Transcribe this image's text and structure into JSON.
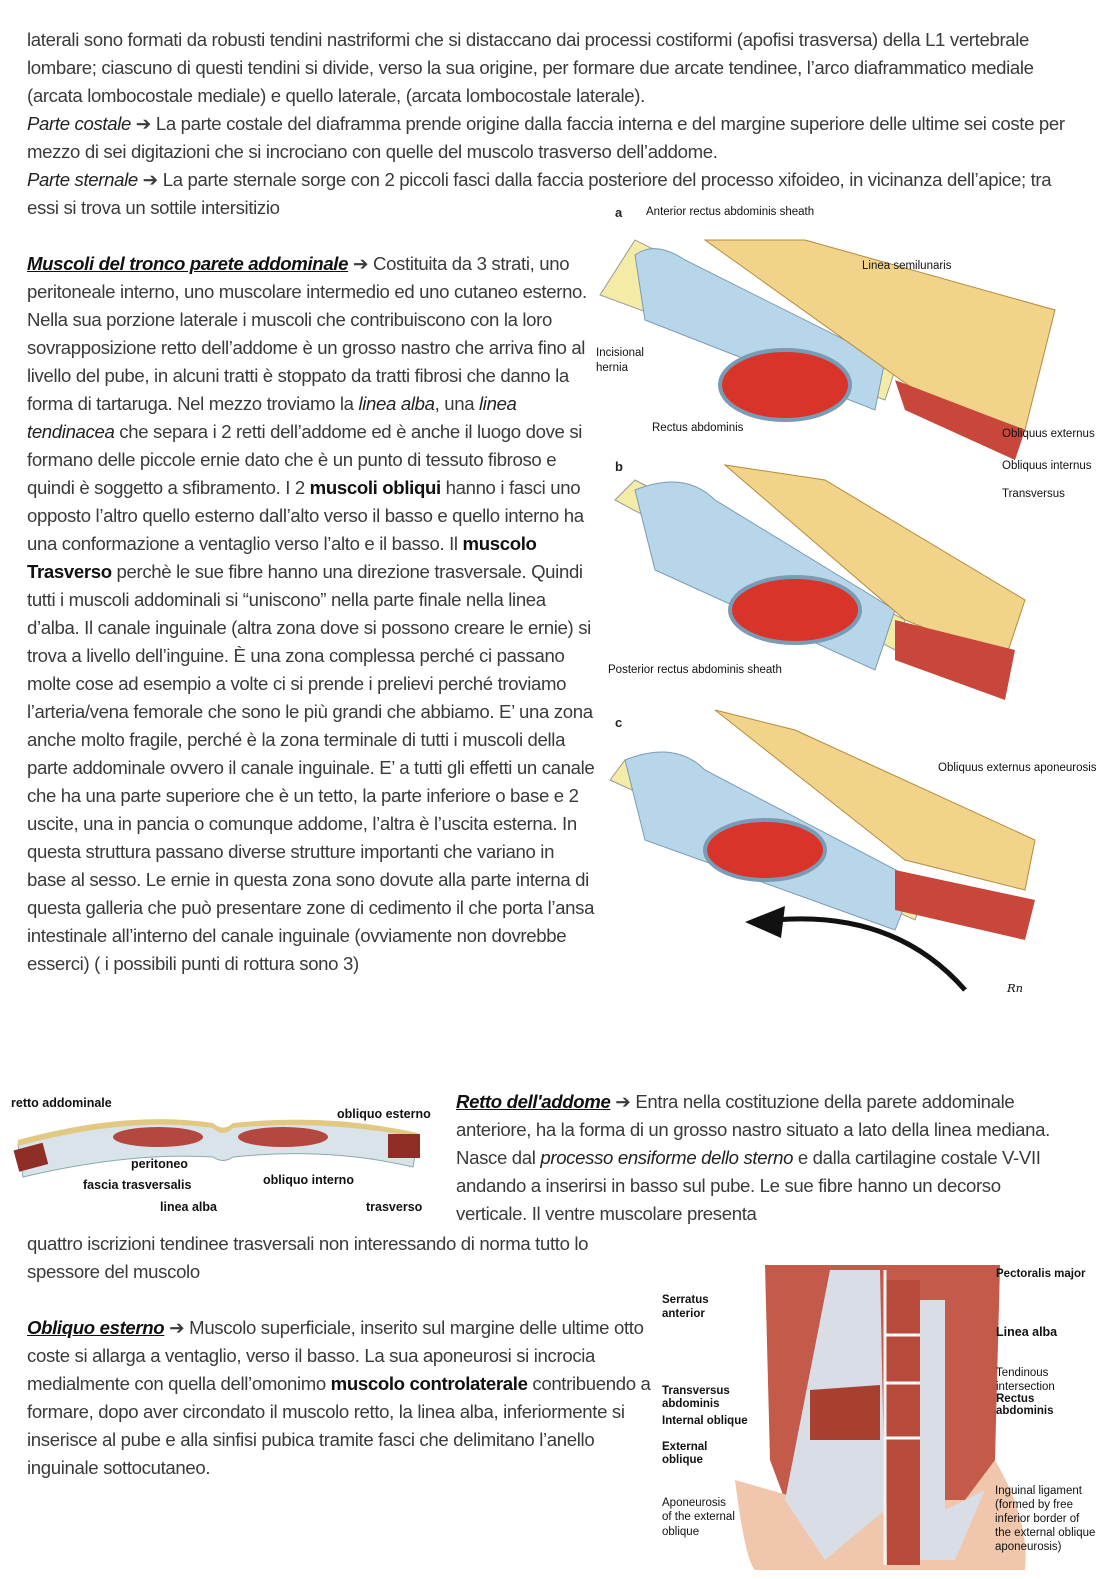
{
  "intro": {
    "text": "laterali sono formati da robusti tendini nastriformi che si distaccano dai processi costiformi (apofisi trasversa) della L1 vertebrale lombare; ciascuno di questi tendini si divide, verso la sua origine, per formare due arcate tendinee, l’arco diaframmatico mediale (arcata lombocostale mediale) e quello laterale, (arcata lombocostale laterale).",
    "costale_label": "Parte costale",
    "costale_text": " ➔ La parte costale del diaframma prende origine dalla faccia interna e del margine superiore delle ultime sei coste per mezzo di sei digitazioni che si incrociano con quelle del muscolo trasverso dell’addome.",
    "sternale_label": "Parte sternale",
    "sternale_text": " ➔ La parte sternale sorge con 2 piccoli fasci dalla faccia posteriore del processo xifoideo, in vicinanza dell’apice; tra essi si trova un sottile intersitizio"
  },
  "tronco": {
    "title": "Muscoli del tronco parete addominale",
    "t1": " ➔ Costituita da 3 strati, uno peritoneale interno, uno muscolare intermedio ed uno cutaneo esterno. Nella sua porzione laterale i muscoli che contribuiscono con la loro sovrapposizione retto dell’addome è un grosso nastro che arriva fino al livello del pube, in alcuni tratti è stoppato da tratti fibrosi che danno la forma di tartaruga. Nel mezzo troviamo la ",
    "i1": "linea alba",
    "t2": ", una ",
    "i2": "linea tendinacea",
    "t3": " che separa i 2 retti dell’addome ed è anche il luogo dove si formano delle piccole ernie dato che è un punto di tessuto fibroso e quindi è soggetto a sfibramento. I 2 ",
    "b1": "muscoli obliqui",
    "t4": " hanno i fasci uno opposto l’altro quello esterno dall’alto verso il basso e quello interno ha una conformazione a ventaglio verso l’alto e il basso. Il ",
    "b2": "muscolo Trasverso",
    "t5": " perchè le sue fibre hanno una direzione trasversale. Quindi tutti i muscoli addominali si “uniscono” nella parte finale nella linea d’alba. Il canale inguinale (altra zona dove si possono creare le ernie) si trova a livello dell’inguine. È una zona complessa perché ci passano molte cose ad esempio a volte ci si prende i prelievi perché troviamo l’arteria/vena femorale che sono le più grandi che abbiamo. E’ una zona anche molto fragile, perché è la zona terminale di tutti i muscoli della parte addominale ovvero il canale inguinale. E’ a tutti gli effetti un canale che ha una parte superiore che è un tetto, la parte inferiore o base e 2 uscite, una in pancia o comunque addome, l’altra è l’uscita esterna. In questa struttura passano diverse strutture importanti che variano in base al sesso. Le ernie in questa zona sono dovute alla parte interna di questa galleria che può presentare zone di cedimento il che porta l’ansa intestinale all’interno del canale inguinale (ovviamente non dovrebbe esserci) ( i possibili punti di rottura sono 3)"
  },
  "retto": {
    "title": "Retto dell'addome",
    "t1": " ➔ Entra nella costituzione della parete addominale anteriore, ha la forma di un grosso nastro situato a lato della linea mediana. Nasce dal ",
    "i1": "processo ensiforme dello sterno",
    "t2": " e dalla cartilagine costale V-VII andando a inserirsi in basso sul pube. Le sue fibre hanno un decorso verticale. Il ventre muscolare presenta",
    "t3": "quattro iscrizioni tendinee trasversali non interessando di norma tutto lo spessore del muscolo"
  },
  "obliquo": {
    "title": "Obliquo esterno",
    "t1": " ➔ Muscolo superficiale, inserito sul margine delle ultime otto coste si allarga a ventaglio, verso il basso. La sua aponeurosi si incrocia medialmente con quella dell’omonimo ",
    "b1": "muscolo controlaterale",
    "t2": " contribuendo a formare, dopo aver circondato il muscolo retto, la linea alba, inferiormente si inserisce al pube e alla sinfisi pubica tramite fasci che delimitano l’anello inguinale sottocutaneo."
  },
  "figure1": {
    "panel_a": "a",
    "panel_b": "b",
    "panel_c": "c",
    "anterior_sheath": "Anterior rectus abdominis sheath",
    "linea_semilunaris": "Linea semilunaris",
    "incisional_hernia_1": "Incisional",
    "incisional_hernia_2": "hernia",
    "rectus": "Rectus abdominis",
    "obl_ext": "Obliquus externus",
    "obl_int": "Obliquus internus",
    "transversus": "Transversus",
    "posterior_sheath": "Posterior rectus abdominis sheath",
    "obl_ext_apo": "Obliquus externus aponeurosis",
    "signature": "Rn"
  },
  "figure2": {
    "retto": "retto addominale",
    "obl_est": "obliquo esterno",
    "peritoneo": "peritoneo",
    "fascia": "fascia trasversalis",
    "obl_int": "obliquo interno",
    "linea_alba": "linea alba",
    "trasverso": "trasverso"
  },
  "figure3": {
    "pectoralis": "Pectoralis major",
    "serratus_1": "Serratus",
    "serratus_2": "anterior",
    "linea_alba": "Linea alba",
    "tendinous_1": "Tendinous",
    "tendinous_2": "intersection",
    "rectus_1": "Rectus",
    "rectus_2": "abdominis",
    "transversus_1": "Transversus",
    "transversus_2": "abdominis",
    "internal": "Internal oblique",
    "external_1": "External",
    "external_2": "oblique",
    "apo_1": "Aponeurosis",
    "apo_2": "of the external",
    "apo_3": "oblique",
    "ing_1": "Inguinal ligament",
    "ing_2": "(formed by free",
    "ing_3": "inferior border of",
    "ing_4": "the external oblique",
    "ing_5": "aponeurosis)"
  },
  "colors": {
    "muscle": "#c0443a",
    "sheath": "#a9cde3",
    "fat": "#f0d27a"
  }
}
